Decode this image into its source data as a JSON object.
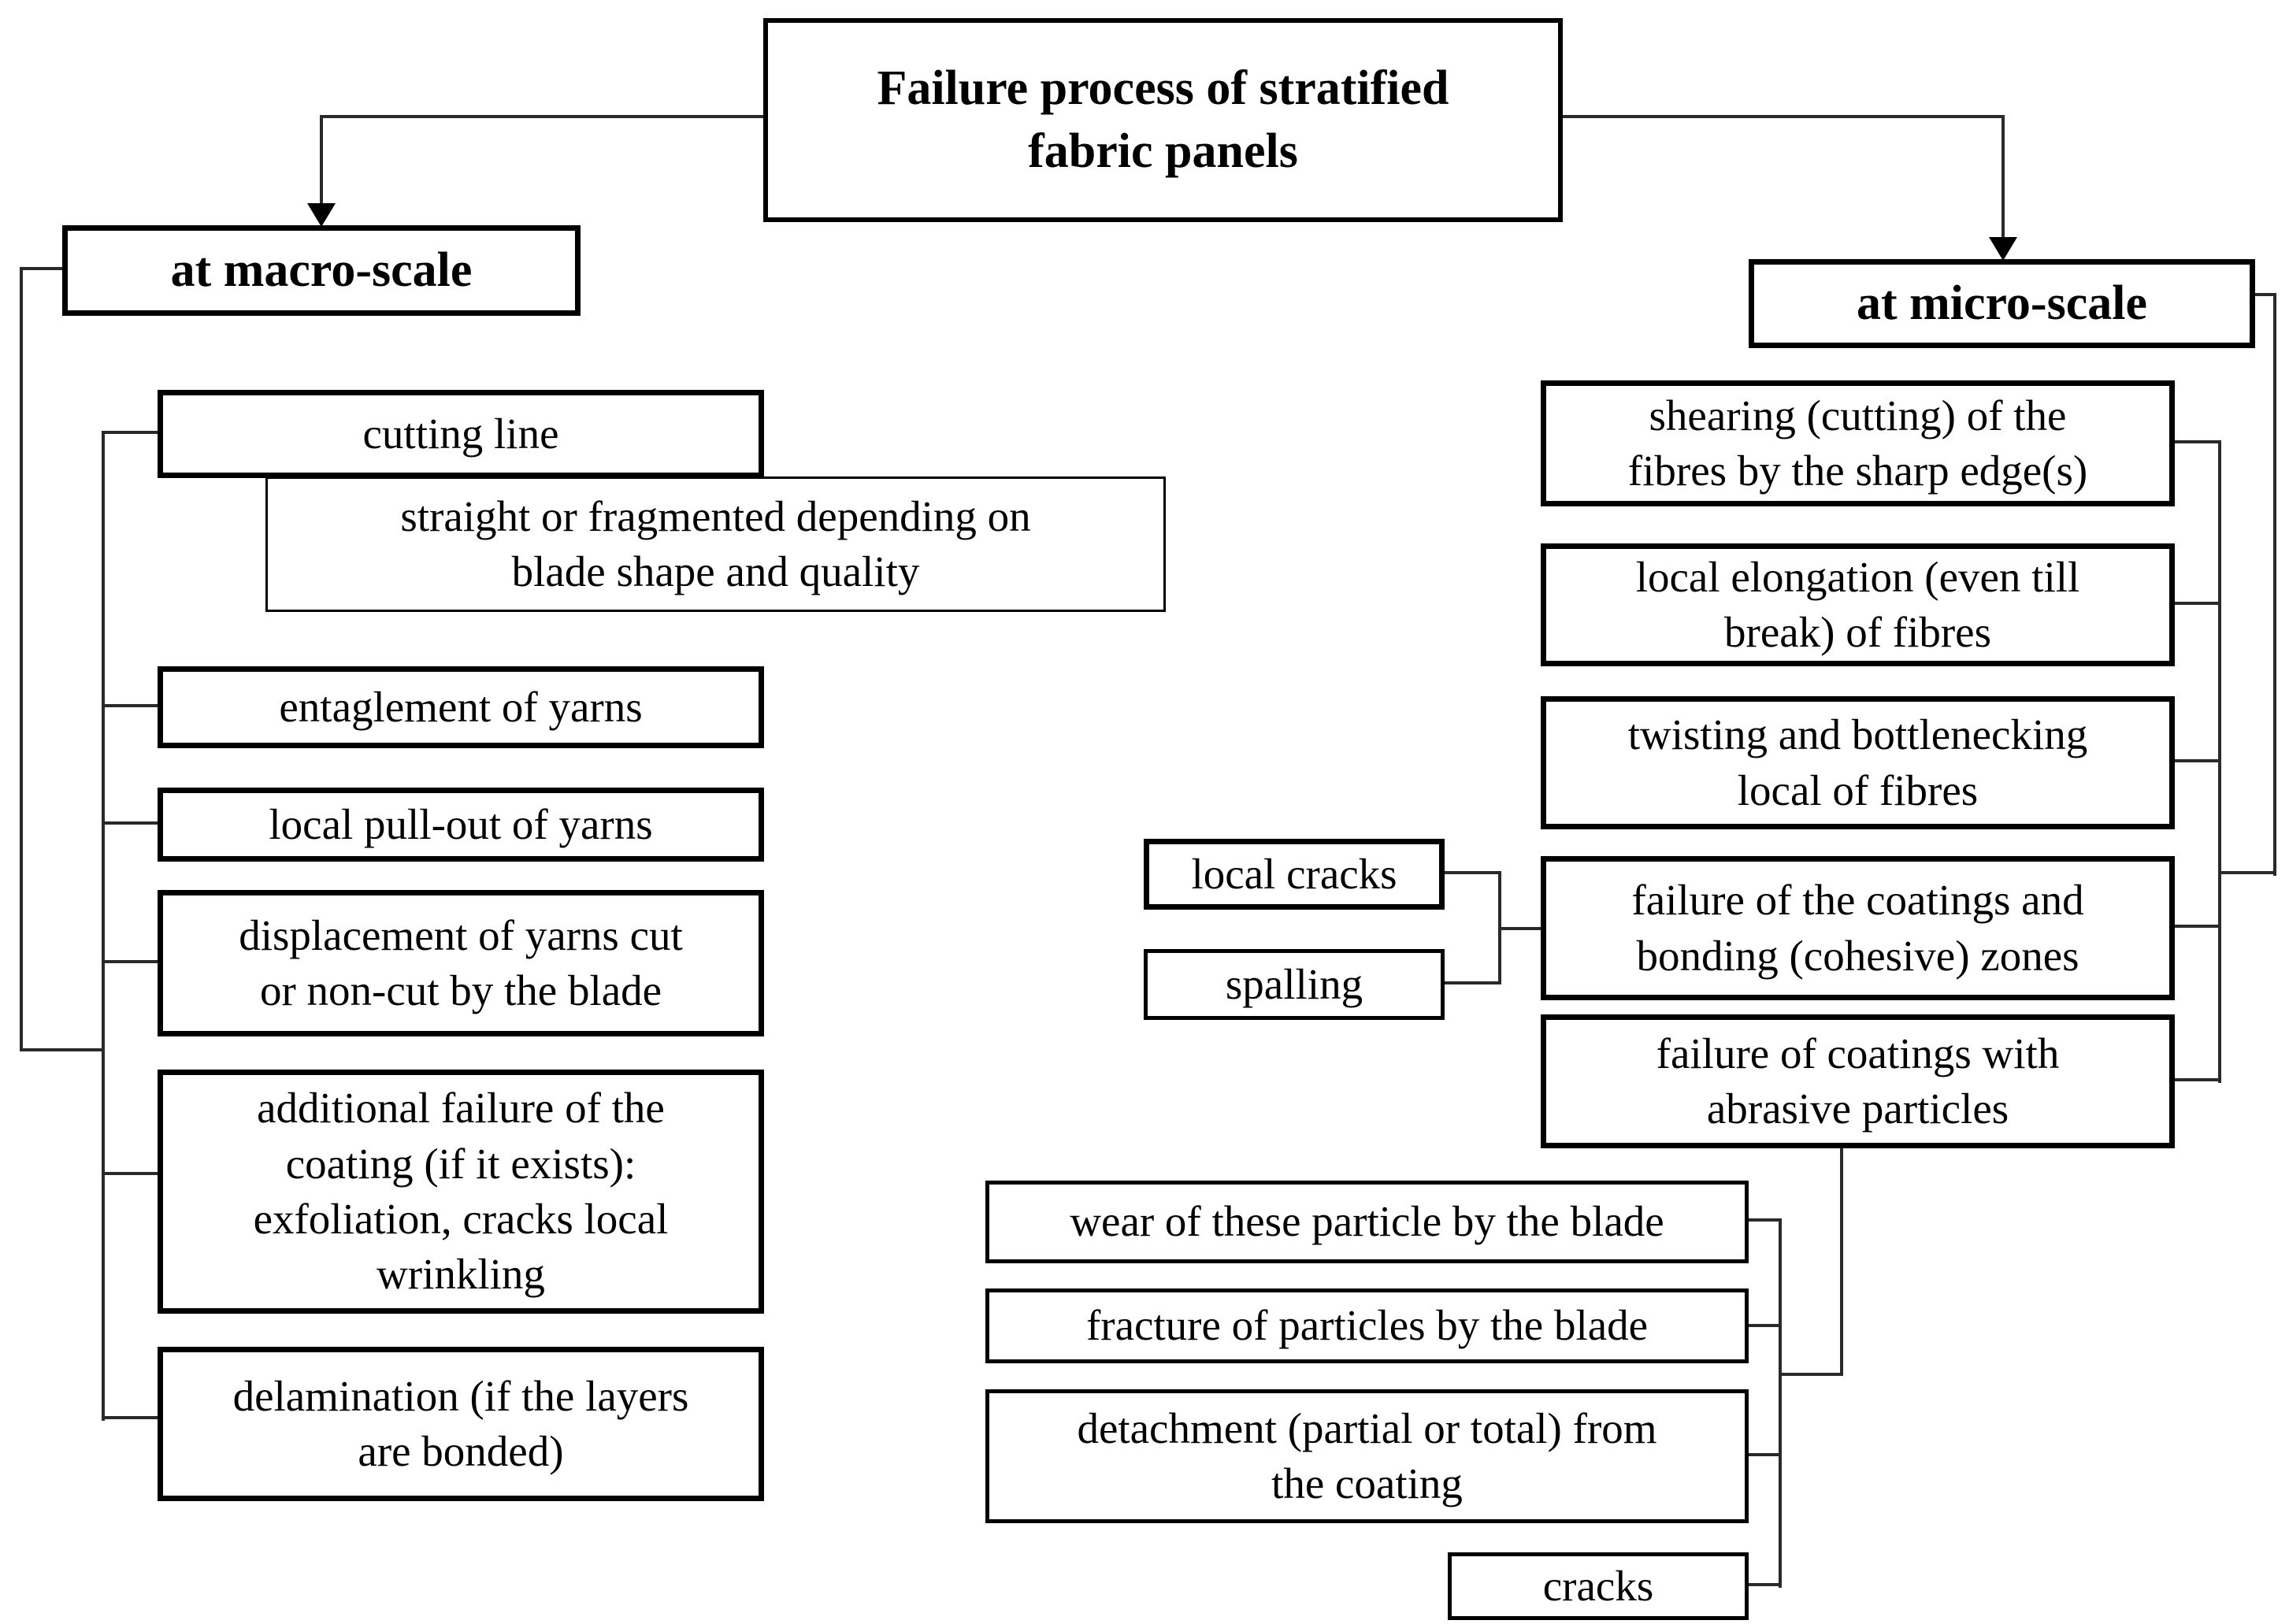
{
  "colors": {
    "box_border": "#000000",
    "connector_line": "#2a2a2a",
    "background": "#ffffff",
    "text": "#000000"
  },
  "diagram": {
    "title": "Failure process of stratified\nfabric panels",
    "macro": {
      "label": "at macro-scale",
      "items": {
        "cutting_line": "cutting line",
        "straight_fragmented": "straight or fragmented depending on\nblade shape and quality",
        "entaglement": "entaglement of yarns",
        "pull_out": "local pull-out of yarns",
        "displacement": "displacement of yarns cut\nor non-cut by the blade",
        "additional_failure": "additional failure of the\ncoating (if it exists):\nexfoliation, cracks local\nwrinkling",
        "delamination": "delamination (if the layers\nare bonded)"
      }
    },
    "micro": {
      "label": "at micro-scale",
      "items": {
        "shearing": "shearing (cutting) of the\nfibres by the sharp edge(s)",
        "elongation": "local elongation (even till\nbreak) of fibres",
        "twisting": "twisting and bottlenecking\nlocal of fibres",
        "coatings_bonding": "failure of the coatings and\nbonding (cohesive) zones",
        "coatings_abrasive": "failure of coatings with\nabrasive particles"
      },
      "bonding_causes": {
        "local_cracks": "local cracks",
        "spalling": "spalling"
      },
      "abrasive_effects": {
        "wear": "wear of these particle by the blade",
        "fracture": "fracture of particles by the blade",
        "detachment": "detachment (partial or total) from\nthe coating",
        "cracks": "cracks"
      }
    }
  }
}
